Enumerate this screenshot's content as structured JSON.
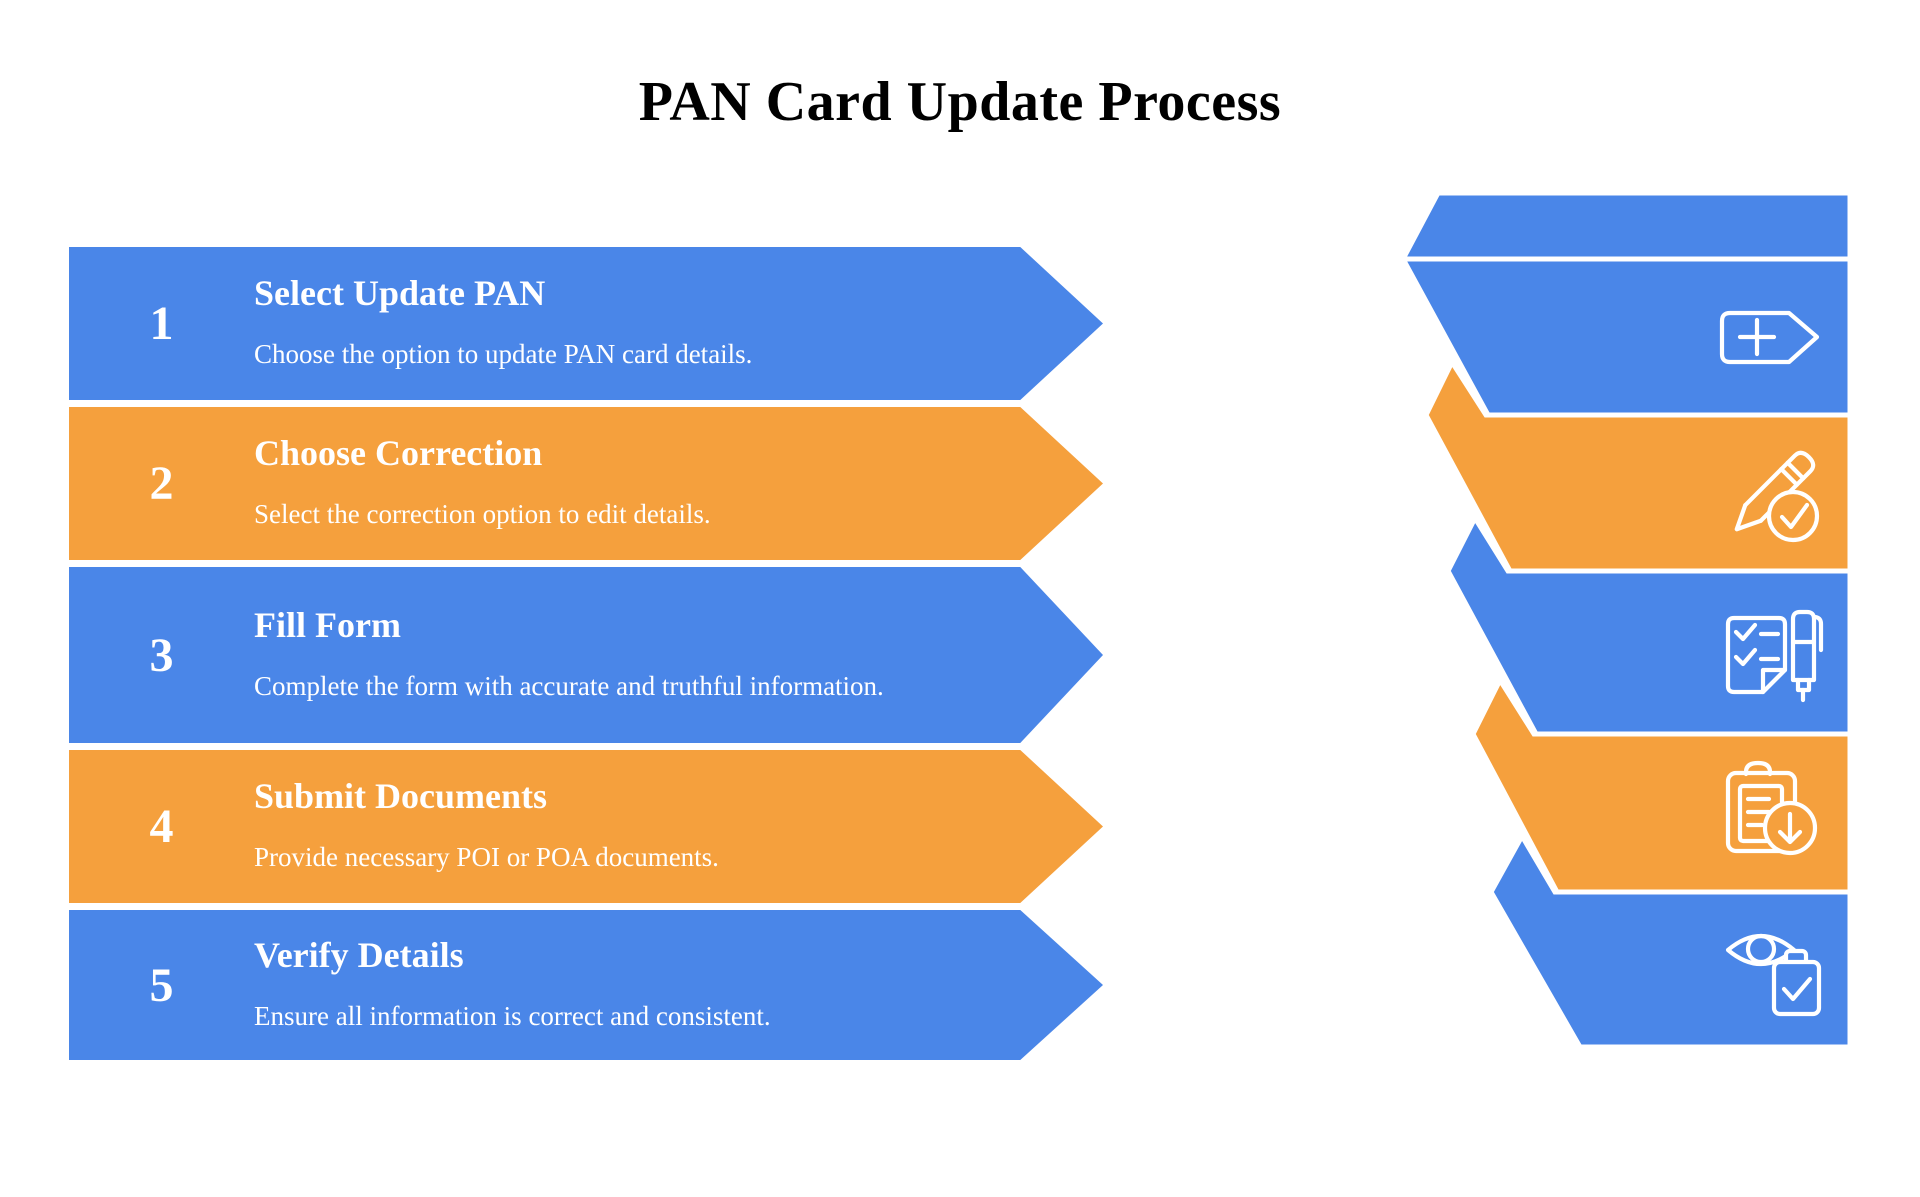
{
  "page_title": "PAN Card Update Process",
  "colors": {
    "blue": "#4a86e8",
    "orange": "#f5a03d",
    "background": "#ffffff",
    "heading_text": "#000000",
    "step_text": "#ffffff"
  },
  "steps": [
    {
      "number": "1",
      "title": "Select Update PAN",
      "description": "Choose the option to update PAN card details.",
      "color": "blue",
      "icon": "tag-plus-icon"
    },
    {
      "number": "2",
      "title": "Choose Correction",
      "description": "Select the correction option to edit details.",
      "color": "orange",
      "icon": "pencil-check-icon"
    },
    {
      "number": "3",
      "title": "Fill Form",
      "description": "Complete the form with accurate and truthful information.",
      "color": "blue",
      "icon": "checklist-pen-icon"
    },
    {
      "number": "4",
      "title": "Submit Documents",
      "description": "Provide necessary POI or POA documents.",
      "color": "orange",
      "icon": "clipboard-download-icon"
    },
    {
      "number": "5",
      "title": "Verify Details",
      "description": "Ensure all information is correct and consistent.",
      "color": "blue",
      "icon": "eye-clipboard-icon"
    }
  ]
}
